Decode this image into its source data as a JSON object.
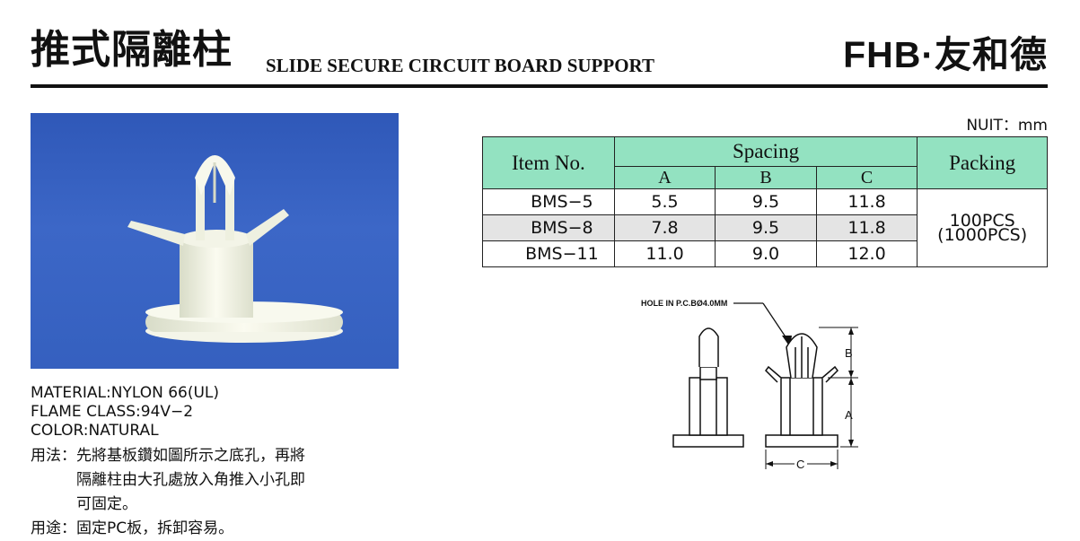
{
  "header": {
    "title_cn": "推式隔離柱",
    "title_en": "SLIDE SECURE CIRCUIT BOARD SUPPORT",
    "brand": "FHB·友和德"
  },
  "specs": {
    "material": "MATERIAL:NYLON 66(UL)",
    "flame_class": "FLAME CLASS:94V−2",
    "color": "COLOR:NATURAL",
    "usage_label": "用法：",
    "usage_lines": [
      "先將基板鑽如圖所示之底孔，再將",
      "隔離柱由大孔處放入角推入小孔即",
      "可固定。"
    ],
    "purpose_label": "用途：",
    "purpose_text": "固定PC板，拆卸容易。"
  },
  "table": {
    "unit": "NUIT：mm",
    "headers": {
      "item": "Item No.",
      "spacing": "Spacing",
      "packing": "Packing",
      "cols": [
        "A",
        "B",
        "C"
      ]
    },
    "rows": [
      {
        "item": "BMS−5",
        "a": "5.5",
        "b": "9.5",
        "c": "11.8"
      },
      {
        "item": "BMS−8",
        "a": "7.8",
        "b": "9.5",
        "c": "11.8"
      },
      {
        "item": "BMS−11",
        "a": "11.0",
        "b": "9.0",
        "c": "12.0"
      }
    ],
    "packing_line1": "100PCS",
    "packing_line2": "(1000PCS)"
  },
  "diagram": {
    "hole_label": "HOLE IN P.C.BØ4.0MM",
    "dim_a": "A",
    "dim_b": "B",
    "dim_c": "C"
  }
}
